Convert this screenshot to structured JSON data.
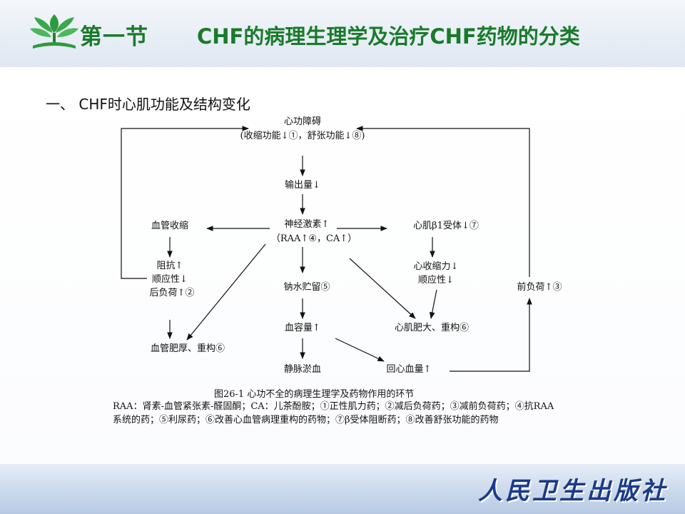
{
  "header": {
    "section": "第一节",
    "title": "CHF的病理生理学及治疗CHF药物的分类"
  },
  "subheading": "一、 CHF时心肌功能及结构变化",
  "diagram": {
    "nodes": {
      "dysfunction_title": "心功障碍",
      "dysfunction_detail": "(收缩功能↓①，舒张功能↓⑧)",
      "output": "输出量↓",
      "neuro_title": "神经激素↑",
      "neuro_detail": "（RAA↑④，CA↑）",
      "vaso": "血管收缩",
      "beta": "心肌β1受体↓⑦",
      "resistance": "阻抗↑",
      "compliance_left": "顺应性↓",
      "afterload": "后负荷↑②",
      "sodium": "钠水贮留⑤",
      "contract": "心收缩力↓",
      "compliance_right": "顺应性↓",
      "preload": "前负荷↑③",
      "blood_volume": "血容量↑",
      "hypertrophy": "心肌肥大、重构⑥",
      "vessel_remodel": "血管肥厚、重构⑥",
      "venous": "静脉淤血",
      "return": "回心血量↑"
    }
  },
  "caption": {
    "title": "图26-1  心功不全的病理生理学及药物作用的环节",
    "body": "RAA：肾素-血管紧张素-醛固酮；CA：儿茶酚胺；①正性肌力药；②减后负荷药；③减前负荷药；④抗RAA系统的药；⑤利尿药；⑥改善心血管病理重构的药物；⑦β受体阻断药；⑧改善舒张功能的药物"
  },
  "footer": {
    "publisher": "人民卫生出版社"
  },
  "colors": {
    "title_green": "#1a7a2c",
    "publisher_blue": "#1a3a8a"
  }
}
